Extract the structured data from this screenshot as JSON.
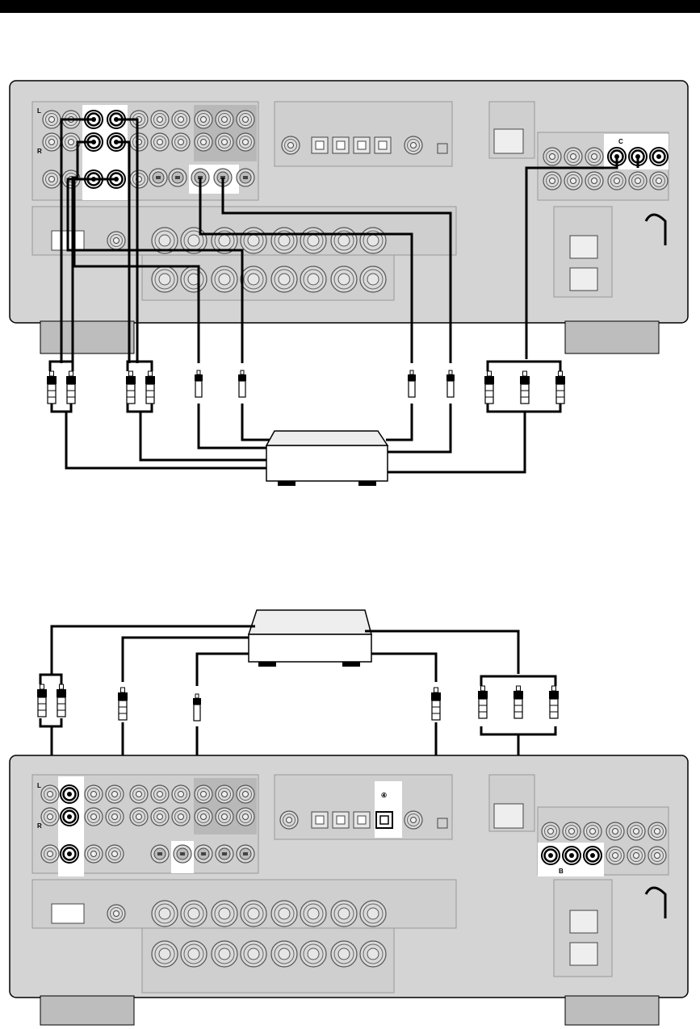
{
  "header": {
    "bar_color": "#000000"
  },
  "colors": {
    "panel": "#d4d4d4",
    "panel_inner": "#c8c8c8",
    "foot": "#bdbdbd",
    "highlight": "#ffffff",
    "cable": "#000000"
  },
  "diagram_top": {
    "jack_marker": "C",
    "side_markers": [
      "L",
      "R"
    ]
  },
  "diagram_bottom": {
    "jack_marker": "B",
    "digital_marker": "④",
    "side_markers": [
      "L",
      "R"
    ]
  },
  "icons": [
    "rca-plug-icon",
    "s-video-plug-icon",
    "power-cord-icon",
    "ac-outlet-icon"
  ]
}
